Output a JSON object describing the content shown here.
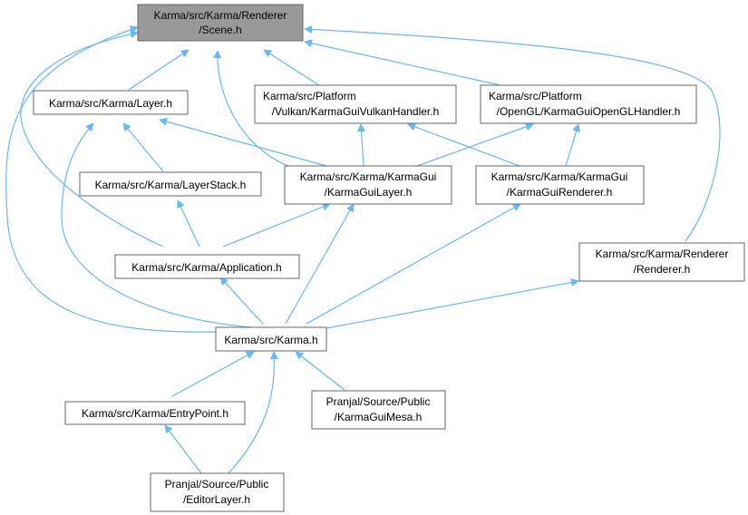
{
  "colors": {
    "edge": "#63b8ff",
    "root_fill": "#999999",
    "node_fill": "#ffffff",
    "node_border": "#666666"
  },
  "nodes": {
    "scene": {
      "lines": [
        "Karma/src/Karma/Renderer",
        "/Scene.h"
      ]
    },
    "layer": {
      "lines": [
        "Karma/src/Karma/Layer.h"
      ]
    },
    "vulkan": {
      "lines": [
        "Karma/src/Platform",
        "/Vulkan/KarmaGuiVulkanHandler.h"
      ]
    },
    "opengl": {
      "lines": [
        "Karma/src/Platform",
        "/OpenGL/KarmaGuiOpenGLHandler.h"
      ]
    },
    "layerstack": {
      "lines": [
        "Karma/src/Karma/LayerStack.h"
      ]
    },
    "guilayer": {
      "lines": [
        "Karma/src/Karma/KarmaGui",
        "/KarmaGuiLayer.h"
      ]
    },
    "guirenderer": {
      "lines": [
        "Karma/src/Karma/KarmaGui",
        "/KarmaGuiRenderer.h"
      ]
    },
    "application": {
      "lines": [
        "Karma/src/Karma/Application.h"
      ]
    },
    "renderer": {
      "lines": [
        "Karma/src/Karma/Renderer",
        "/Renderer.h"
      ]
    },
    "karma": {
      "lines": [
        "Karma/src/Karma.h"
      ]
    },
    "entrypoint": {
      "lines": [
        "Karma/src/Karma/EntryPoint.h"
      ]
    },
    "mesa": {
      "lines": [
        "Pranjal/Source/Public",
        "/KarmaGuiMesa.h"
      ]
    },
    "editorlayer": {
      "lines": [
        "Pranjal/Source/Public",
        "/EditorLayer.h"
      ]
    }
  }
}
